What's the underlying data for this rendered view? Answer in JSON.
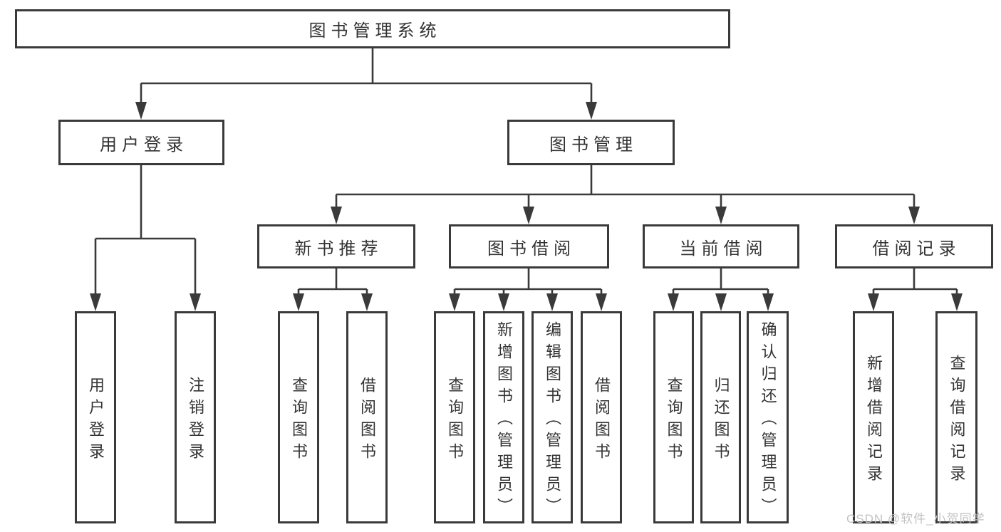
{
  "colors": {
    "background": "#ffffff",
    "line": "#3a3a3a",
    "box_border": "#3a3a3a",
    "text": "#333333",
    "watermark": "#c2c2c2"
  },
  "tree": {
    "root": "图书管理系统",
    "children": [
      {
        "label": "用户登录",
        "children": [
          "用户登录",
          "注销登录"
        ]
      },
      {
        "label": "图书管理",
        "children": [
          {
            "label": "新书推荐",
            "children": [
              "查询图书",
              "借阅图书"
            ]
          },
          {
            "label": "图书借阅",
            "children": [
              "查询图书",
              "新增图书（管理员）",
              "编辑图书（管理员）",
              "借阅图书"
            ]
          },
          {
            "label": "当前借阅",
            "children": [
              "查询图书",
              "归还图书",
              "确认归还（管理员）"
            ]
          },
          {
            "label": "借阅记录",
            "children": [
              "新增借阅记录",
              "查询借阅记录"
            ]
          }
        ]
      }
    ]
  },
  "watermark": {
    "text": "CSDN @软件_小贺同学"
  }
}
